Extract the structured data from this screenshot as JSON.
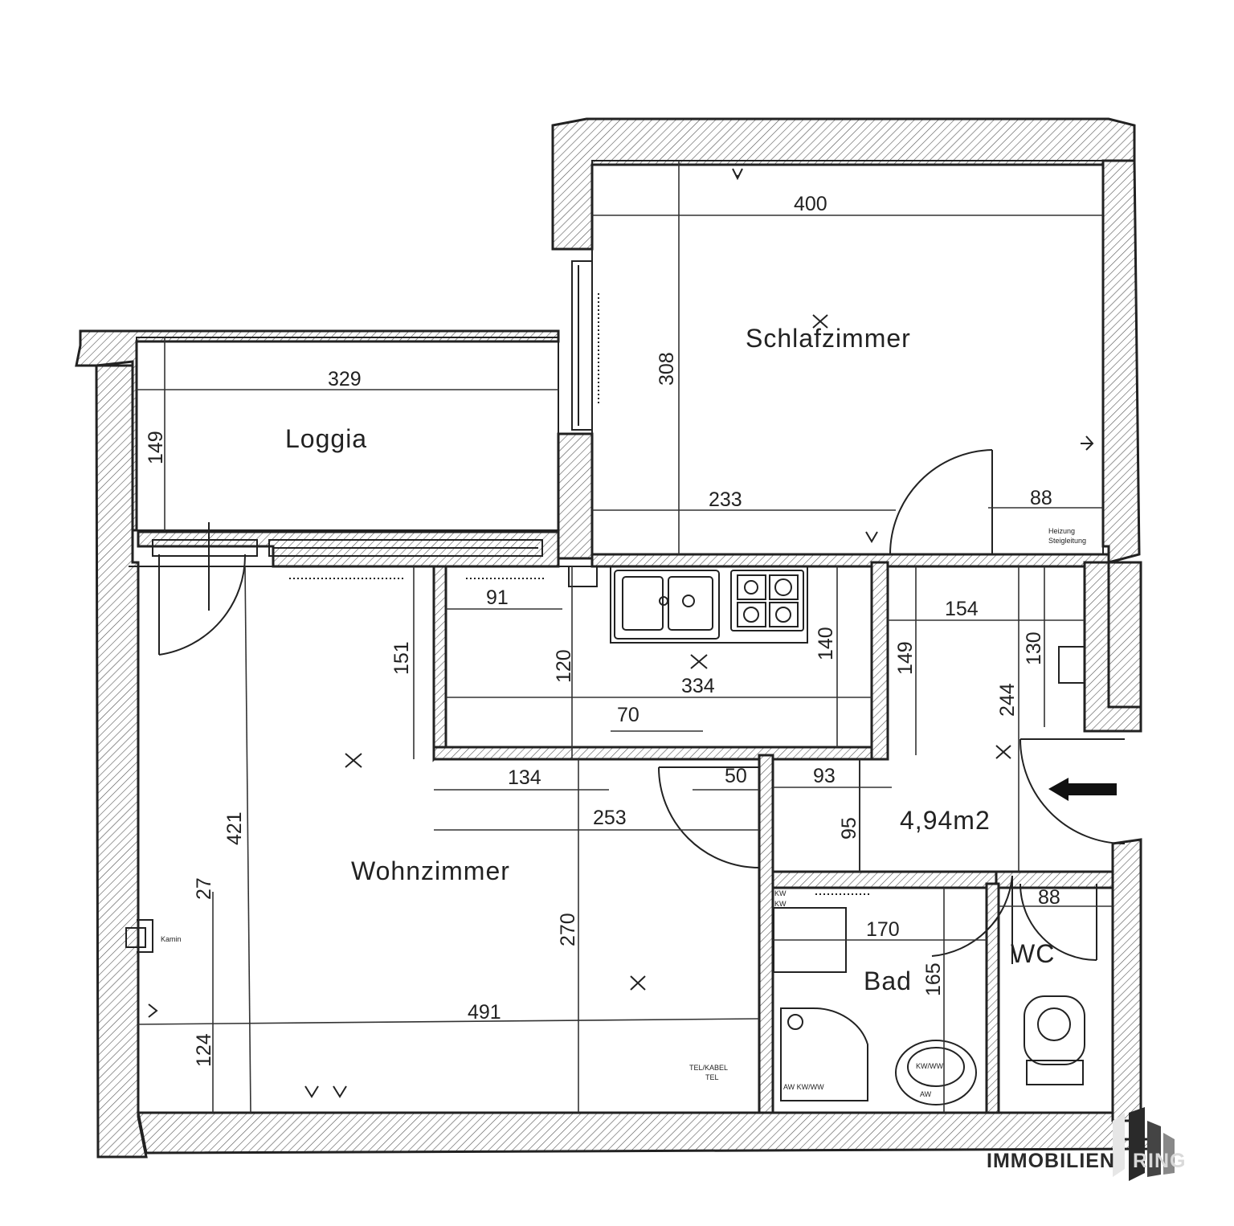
{
  "rooms": {
    "schlafzimmer": "Schlafzimmer",
    "loggia": "Loggia",
    "wohnzimmer": "Wohnzimmer",
    "vorraum_area": "4,94m2",
    "bad": "Bad",
    "wc": "WC"
  },
  "dimensions": {
    "schlaf_width": "400",
    "schlaf_depth": "308",
    "schlaf_233": "233",
    "schlaf_88": "88",
    "loggia_width": "329",
    "loggia_depth": "149",
    "kitchen_91": "91",
    "kitchen_151": "151",
    "kitchen_120": "120",
    "kitchen_334": "334",
    "kitchen_140": "140",
    "kitchen_70": "70",
    "hall_154": "154",
    "hall_149": "149",
    "hall_130": "130",
    "hall_244": "244",
    "wohn_134": "134",
    "wohn_50": "50",
    "hall_93": "93",
    "wohn_253": "253",
    "hall_95": "95",
    "wohn_421": "421",
    "wohn_27": "27",
    "wohn_270": "270",
    "wohn_491": "491",
    "wohn_124": "124",
    "bad_170": "170",
    "bad_165": "165",
    "wc_88": "88"
  },
  "labels": {
    "heizung_1": "Heizung",
    "heizung_2": "Steigleitung",
    "kamin": "Kamin",
    "tel_kabel": "TEL/KABEL",
    "tel_kabel_2": "TEL",
    "kw_ww_1": "KW",
    "kw_ww_2": "KW",
    "aw_kw_ww": "AW KW/WW",
    "kw_ww_bath": "KW/WW",
    "aw": "AW"
  },
  "logo": {
    "part1": "IMMOBILIEN",
    "part2": "RING"
  }
}
